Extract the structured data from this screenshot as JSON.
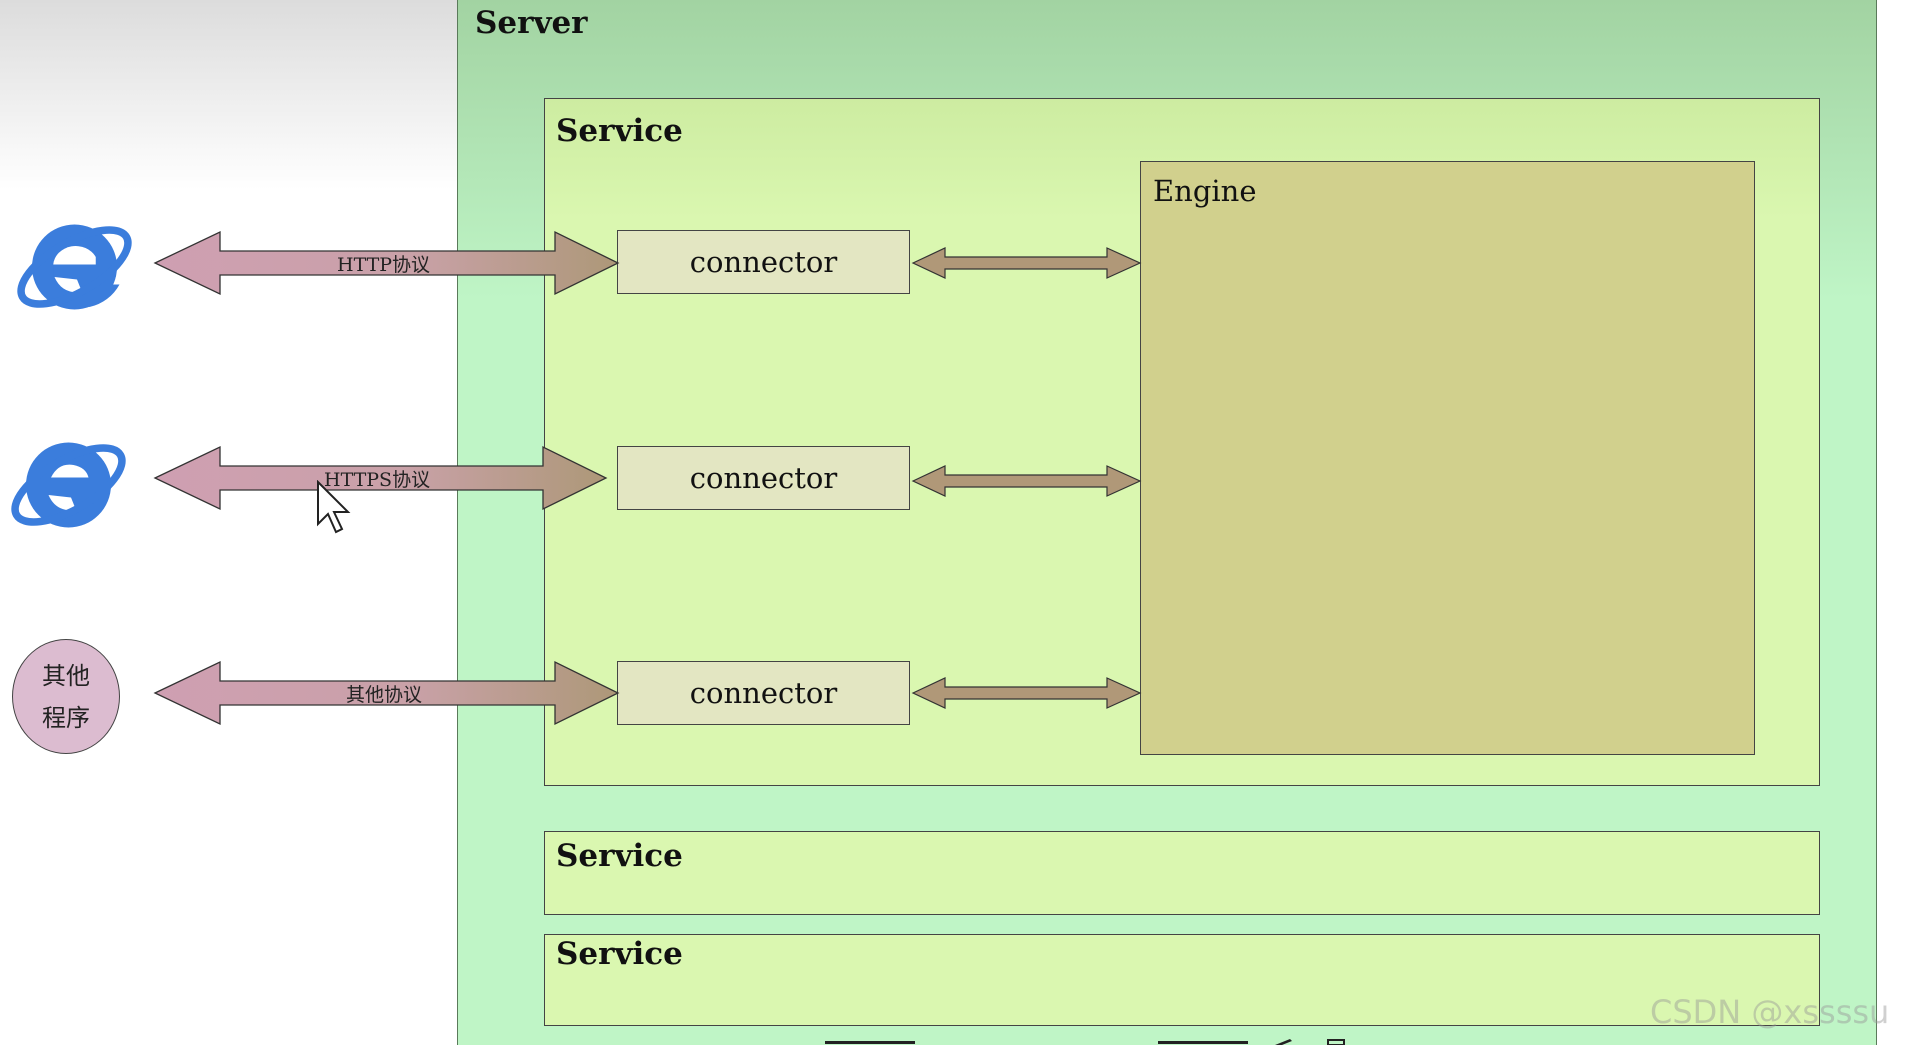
{
  "server": {
    "title": "Server"
  },
  "services": [
    {
      "title": "Service"
    },
    {
      "title": "Service"
    },
    {
      "title": "Service"
    }
  ],
  "engine": {
    "title": "Engine"
  },
  "connectors": [
    {
      "label": "connector"
    },
    {
      "label": "connector"
    },
    {
      "label": "connector"
    }
  ],
  "protocols": [
    {
      "label": "HTTP协议"
    },
    {
      "label": "HTTPS协议"
    },
    {
      "label": "其他协议"
    }
  ],
  "clients": {
    "browser_icon": "internet-explorer-icon",
    "other_program": {
      "line1": "其他",
      "line2": "程序"
    }
  },
  "watermark": "CSDN @xssssu",
  "colors": {
    "server_fill": "#bff5c6",
    "service_fill": "#daf7b0",
    "engine_fill": "#d1d08d",
    "connector_fill": "#e3e6c2",
    "protocol_arrow": "#cf9fb2",
    "inner_arrow": "#b09878",
    "ie_blue": "#3b7ddc",
    "other_program_fill": "#dcbcd0"
  }
}
